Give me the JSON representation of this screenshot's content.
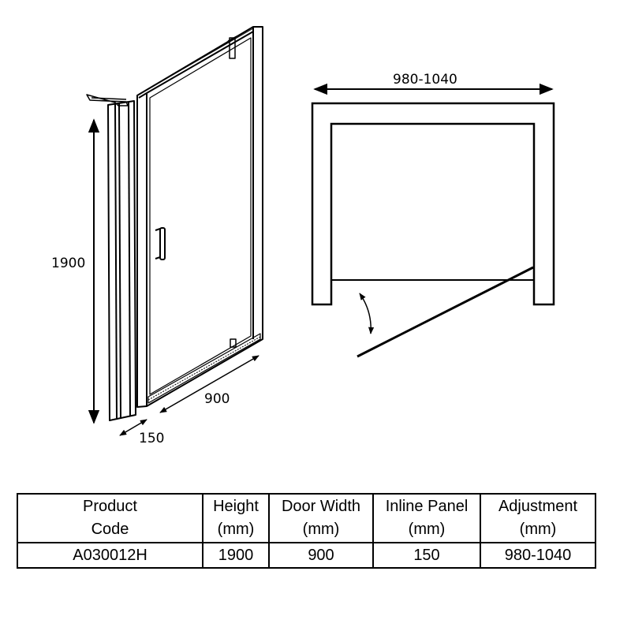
{
  "diagram": {
    "height_label": "1900",
    "door_width_label": "900",
    "inline_panel_label": "150",
    "adjustment_label": "980-1040"
  },
  "table": {
    "headers": [
      {
        "line1": "Product",
        "line2": "Code"
      },
      {
        "line1": "Height",
        "line2": "(mm)"
      },
      {
        "line1": "Door Width",
        "line2": "(mm)"
      },
      {
        "line1": "Inline Panel",
        "line2": "(mm)"
      },
      {
        "line1": "Adjustment",
        "line2": "(mm)"
      }
    ],
    "row": [
      "A030012H",
      "1900",
      "900",
      "150",
      "980-1040"
    ]
  }
}
